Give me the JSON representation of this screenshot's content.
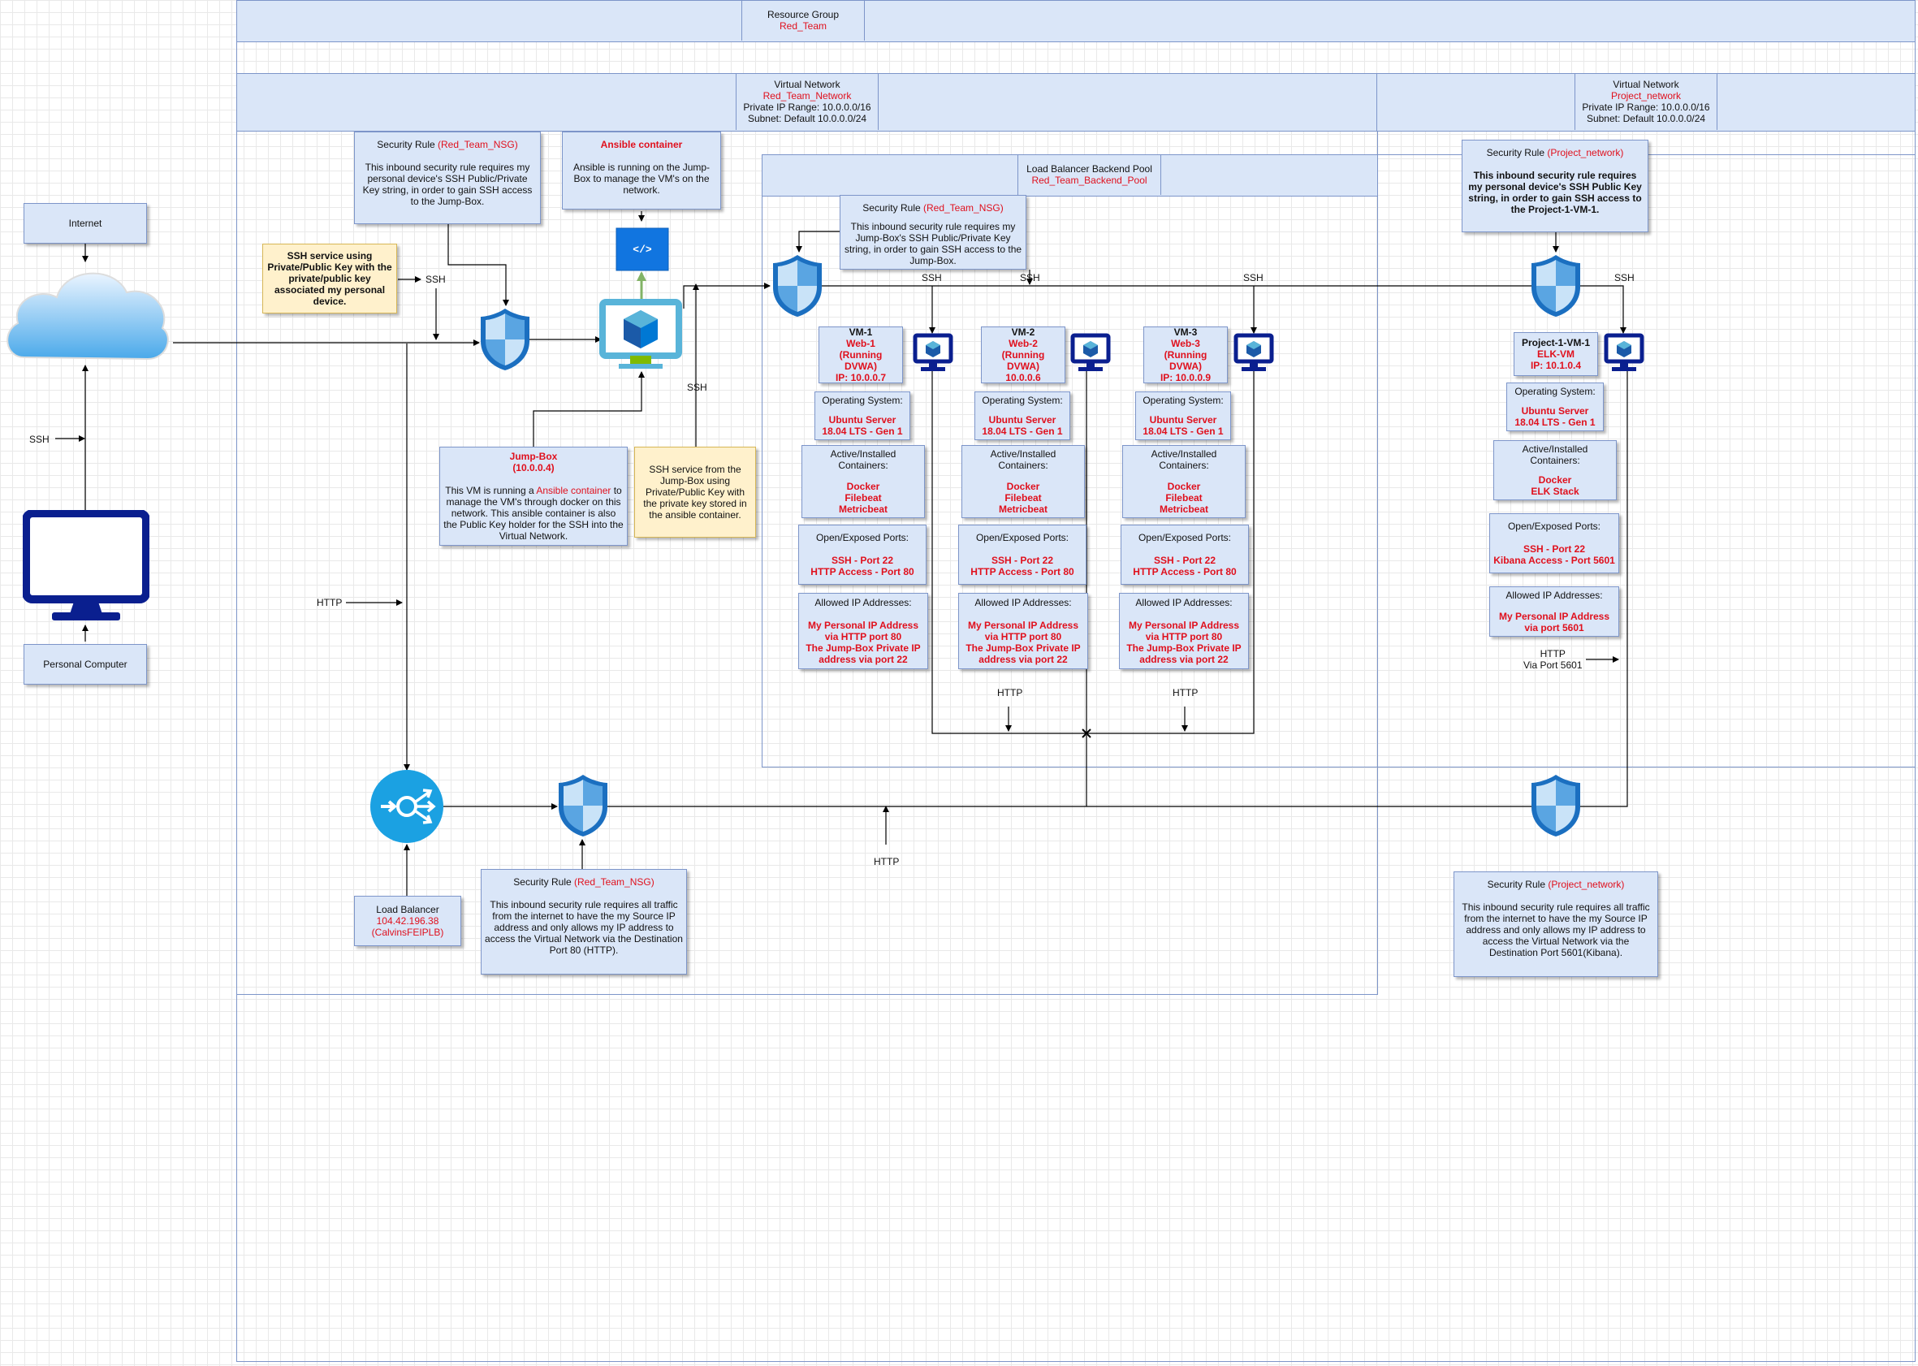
{
  "resource_group": {
    "title": "Resource Group",
    "name": "Red_Team"
  },
  "vnet_red": {
    "title": "Virtual Network",
    "name": "Red_Team_Network",
    "ip_range": "Private IP Range: 10.0.0.0/16",
    "subnet": "Subnet: Default 10.0.0.0/24"
  },
  "vnet_project": {
    "title": "Virtual Network",
    "name": "Project_network",
    "ip_range": "Private IP Range: 10.0.0.0/16",
    "subnet": "Subnet: Default 10.0.0.0/24"
  },
  "lb_pool": {
    "title": "Load Balancer Backend Pool",
    "name": "Red_Team_Backend_Pool"
  },
  "internet": {
    "label": "Internet"
  },
  "personal_computer": {
    "label": "Personal Computer"
  },
  "ssh_note_personal": {
    "text": "SSH service using Private/Public Key with the private/public key associated my personal device."
  },
  "sec_rule_jump": {
    "title": "Security Rule ",
    "name": "(Red_Team_NSG)",
    "body": "This inbound security rule requires my personal device's SSH Public/Private Key string, in order to gain SSH access to the Jump-Box."
  },
  "ansible": {
    "title": "Ansible container",
    "body": "Ansible is running on the Jump-Box to manage the VM's on the network."
  },
  "sec_rule_pool": {
    "title": "Security Rule ",
    "name": "(Red_Team_NSG)",
    "body": "This inbound security rule requires my Jump-Box's SSH Public/Private Key string, in order to gain SSH access to the Jump-Box."
  },
  "sec_rule_project": {
    "title": "Security Rule ",
    "name": "(Project_network)",
    "body": "This inbound security rule requires my personal device's SSH Public Key string, in order to gain SSH access to the Project-1-VM-1."
  },
  "jumpbox": {
    "name": "Jump-Box",
    "ip": "(10.0.0.4)",
    "body1": "This VM is running a ",
    "body_red": "Ansible container",
    "body2": " to manage the VM's through docker on this network. This ansible container is also the Public Key holder for the SSH into the Virtual Network."
  },
  "ssh_note_jump": {
    "text": "SSH service from the Jump-Box using Private/Public Key with the private key stored in the ansible container."
  },
  "vms": [
    {
      "name": "VM-1",
      "l1": "Web-1",
      "l2": "(Running DVWA)",
      "l3": "IP: 10.0.0.7",
      "os_title": "Operating System:",
      "os": "Ubuntu Server 18.04 LTS - Gen 1",
      "cont_title": "Active/Installed Containers:",
      "c1": "Docker",
      "c2": "Filebeat",
      "c3": "Metricbeat",
      "ports_title": "Open/Exposed Ports:",
      "p1": "SSH - Port 22",
      "p2": "HTTP Access - Port 80",
      "ip_title": "Allowed IP Addresses:",
      "ip1": "My Personal IP Address via HTTP port 80",
      "ip2": "The Jump-Box Private IP address via port 22"
    },
    {
      "name": "VM-2",
      "l1": "Web-2",
      "l2": "(Running DVWA)",
      "l3": "10.0.0.6",
      "os_title": "Operating System:",
      "os": "Ubuntu Server 18.04 LTS - Gen 1",
      "cont_title": "Active/Installed Containers:",
      "c1": "Docker",
      "c2": "Filebeat",
      "c3": "Metricbeat",
      "ports_title": "Open/Exposed Ports:",
      "p1": "SSH - Port 22",
      "p2": "HTTP Access - Port 80",
      "ip_title": "Allowed IP Addresses:",
      "ip1": "My Personal IP Address via HTTP port 80",
      "ip2": "The Jump-Box Private IP address via port 22"
    },
    {
      "name": "VM-3",
      "l1": "Web-3",
      "l2": "(Running DVWA)",
      "l3": "IP: 10.0.0.9",
      "os_title": "Operating System:",
      "os": "Ubuntu Server 18.04 LTS - Gen 1",
      "cont_title": "Active/Installed Containers:",
      "c1": "Docker",
      "c2": "Filebeat",
      "c3": "Metricbeat",
      "ports_title": "Open/Exposed Ports:",
      "p1": "SSH - Port 22",
      "p2": "HTTP Access - Port 80",
      "ip_title": "Allowed IP Addresses:",
      "ip1": "My Personal IP Address via HTTP port 80",
      "ip2": "The Jump-Box Private IP address via port 22"
    }
  ],
  "elk": {
    "name": "Project-1-VM-1",
    "l1": "ELK-VM",
    "l2": "IP: 10.1.0.4",
    "os_title": "Operating System:",
    "os": "Ubuntu Server 18.04 LTS - Gen 1",
    "cont_title": "Active/Installed Containers:",
    "c1": "Docker",
    "c2": "ELK Stack",
    "ports_title": "Open/Exposed Ports:",
    "p1": "SSH - Port 22",
    "p2": "Kibana Access - Port 5601",
    "ip_title": "Allowed IP Addresses:",
    "ip1": "My Personal IP Address via port 5601"
  },
  "load_balancer": {
    "title": "Load Balancer",
    "ip": "104.42.196.38",
    "name": "(CalvinsFEIPLB)"
  },
  "sec_rule_lb": {
    "title": "Security Rule ",
    "name": "(Red_Team_NSG)",
    "body": "This inbound security rule requires all traffic from the internet to have the my Source IP address and only allows my IP address to access the Virtual Network via the Destination Port 80 (HTTP)."
  },
  "sec_rule_project_http": {
    "title": "Security Rule ",
    "name": "(Project_network)",
    "body": "This inbound security rule requires all traffic from the internet to have the my Source IP address and only allows my IP address to access the Virtual Network via the Destination Port 5601(Kibana)."
  },
  "labels": {
    "ssh": "SSH",
    "http": "HTTP",
    "http_5601_a": "HTTP",
    "http_5601_b": "Via Port 5601"
  },
  "colors": {
    "box_fill": "#dae6f8",
    "box_border": "#7d95c9",
    "note_fill": "#fff1cc",
    "accent_red": "#e0101d",
    "azure_blue": "#1b8cd8",
    "dark_blue": "#0a1f8f"
  }
}
